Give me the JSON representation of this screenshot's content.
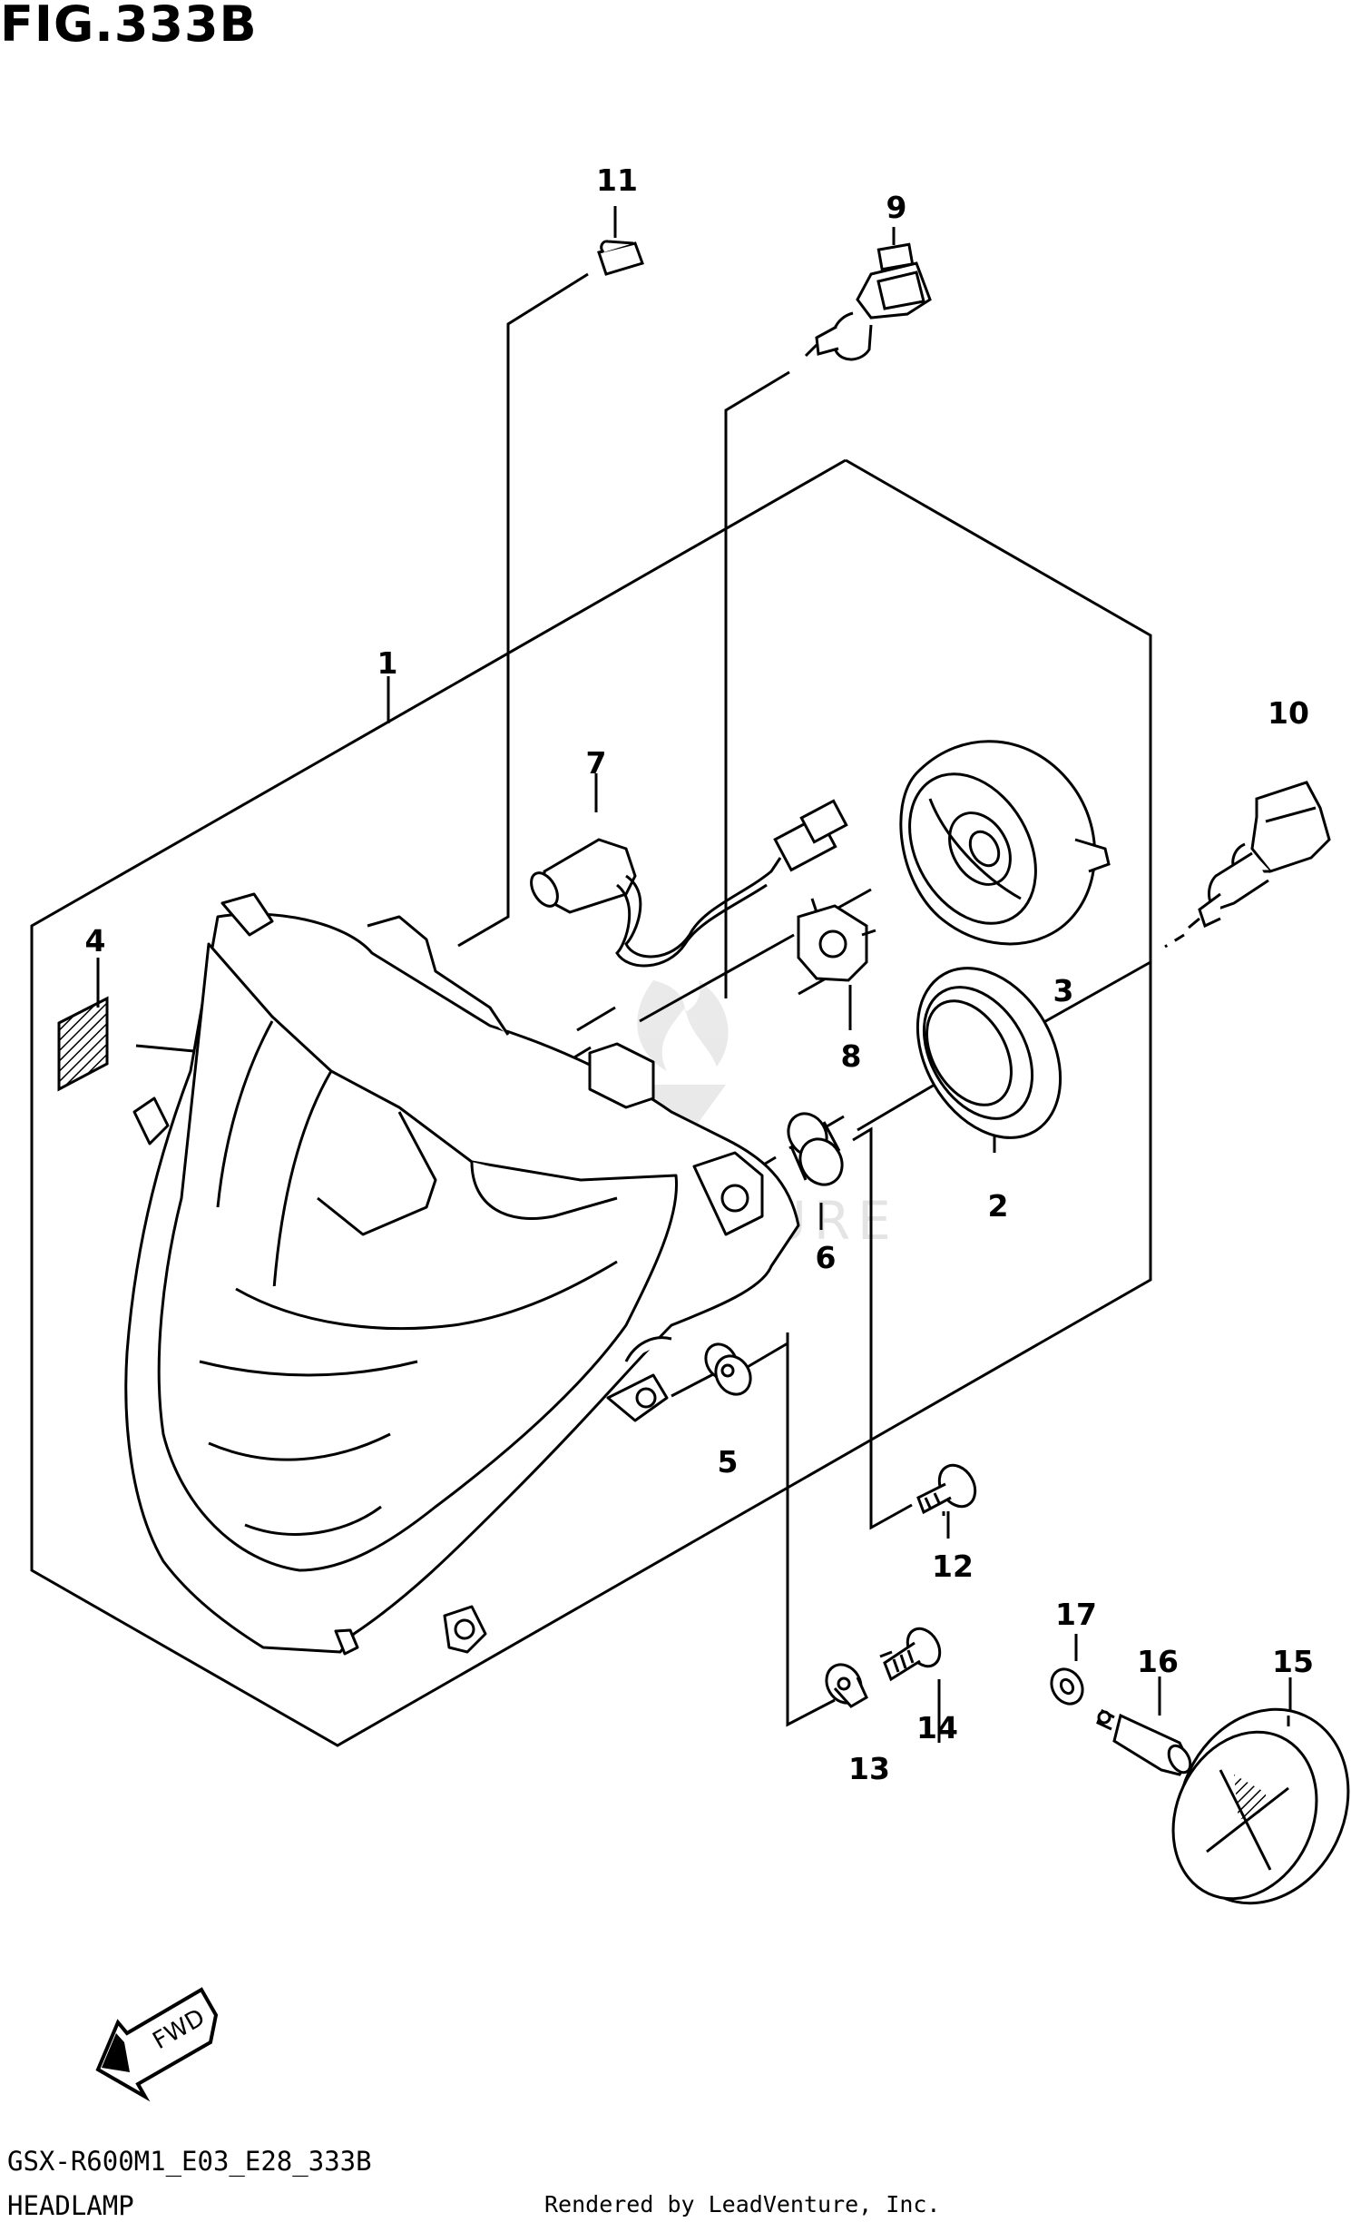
{
  "figure": {
    "title": "FIG.333B",
    "model_code": "GSX-R600M1_E03_E28_333B",
    "section_name": "HEADLAMP",
    "rendered_by": "Rendered by LeadVenture, Inc.",
    "direction_label": "FWD",
    "watermark": "LEADVENTURE"
  },
  "callouts": [
    {
      "id": "1"
    },
    {
      "id": "2"
    },
    {
      "id": "3"
    },
    {
      "id": "4"
    },
    {
      "id": "5"
    },
    {
      "id": "6"
    },
    {
      "id": "7"
    },
    {
      "id": "8"
    },
    {
      "id": "9"
    },
    {
      "id": "10"
    },
    {
      "id": "11"
    },
    {
      "id": "12"
    },
    {
      "id": "13"
    },
    {
      "id": "14"
    },
    {
      "id": "15"
    },
    {
      "id": "16"
    },
    {
      "id": "17"
    }
  ]
}
